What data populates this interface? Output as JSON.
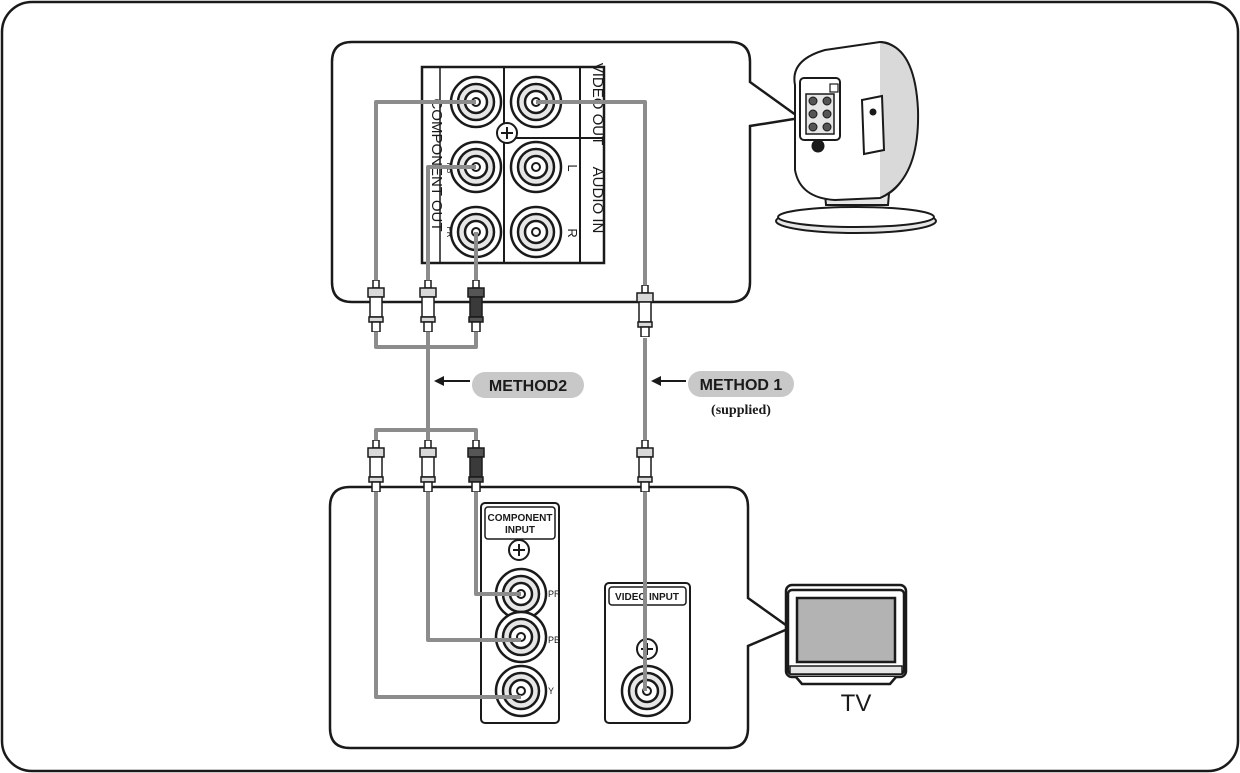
{
  "player_panel": {
    "component_out_label": "COMPONENT OUT",
    "video_out_label": "VIDEO OUT",
    "audio_in_label": "AUDIO IN",
    "y_label": "Y",
    "pb_label": "PB",
    "pr_label": "PR",
    "l_label": "L",
    "r_label": "R"
  },
  "tv_panel": {
    "component_input_line1": "COMPONENT",
    "component_input_line2": "INPUT",
    "video_input_label": "VIDEO INPUT",
    "pr_label": "PR",
    "pb_label": "PB",
    "y_label": "Y"
  },
  "methods": {
    "method2_label": "METHOD2",
    "method1_label": "METHOD 1",
    "method1_note": "(supplied)"
  },
  "tv_caption": "TV",
  "colors": {
    "cable": "#8c8c8c",
    "badge": "#c8c8c8",
    "line": "#1a1a1a"
  }
}
